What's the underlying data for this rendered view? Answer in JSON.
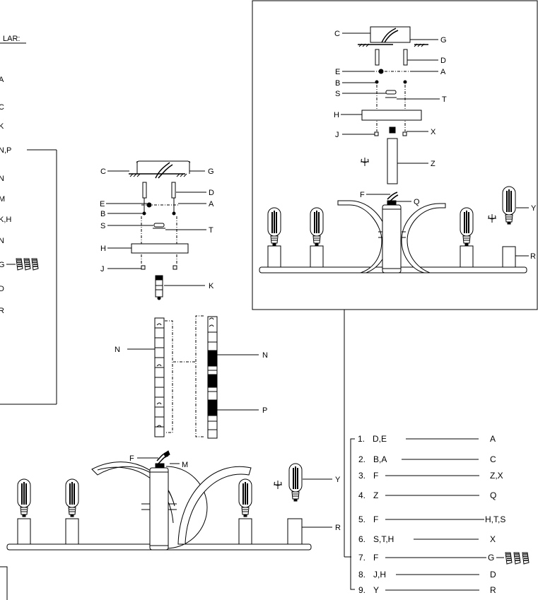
{
  "left_list": {
    "title_fragment": "LAR:",
    "items": [
      "",
      "A",
      "C",
      "K",
      "N,P",
      "N",
      "M",
      "K,H",
      "N",
      "G",
      "D",
      "R"
    ]
  },
  "labels": {
    "C": "C",
    "G": "G",
    "D": "D",
    "A": "A",
    "E": "E",
    "B": "B",
    "S": "S",
    "T": "T",
    "H": "H",
    "J": "J",
    "K": "K",
    "X": "X",
    "Z": "Z",
    "F": "F",
    "Q": "Q",
    "Y": "Y",
    "R": "R",
    "N": "N",
    "P": "P",
    "M": "M"
  },
  "steps": [
    {
      "num": "1.",
      "left": "D,E",
      "right": "A"
    },
    {
      "num": "2.",
      "left": "B,A",
      "right": "C"
    },
    {
      "num": "3.",
      "left": "F",
      "right": "Z,X"
    },
    {
      "num": "4.",
      "left": "Z",
      "right": "Q"
    },
    {
      "num": "5.",
      "left": "F",
      "right": "H,T,S"
    },
    {
      "num": "6.",
      "left": "S,T,H",
      "right": "X"
    },
    {
      "num": "7.",
      "left": "F",
      "right": "G"
    },
    {
      "num": "8.",
      "left": "J,H",
      "right": "D"
    },
    {
      "num": "9.",
      "left": "Y",
      "right": "R"
    }
  ]
}
